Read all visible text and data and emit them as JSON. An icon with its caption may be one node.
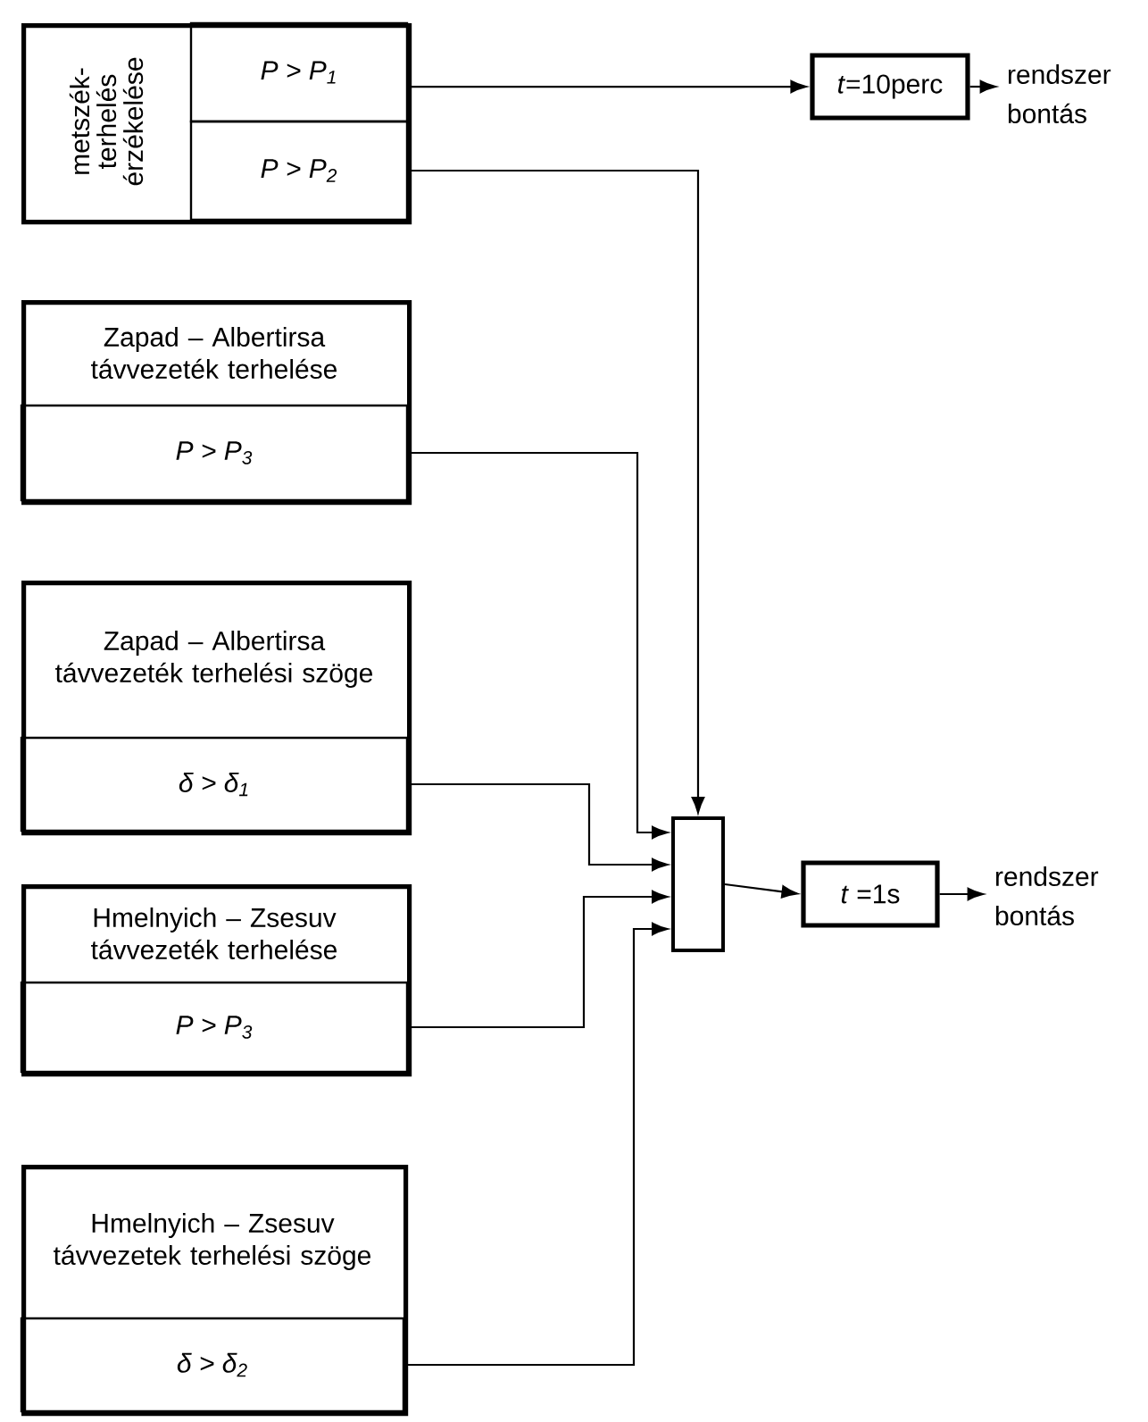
{
  "diagram": {
    "nodes": [
      {
        "text": [
          "metszék-terhelés érzékelése"
        ]
      },
      {
        "text": [
          "P > P$_{1}$"
        ],
        "in": 0
      },
      {
        "text": [
          "P > P$_{2}$"
        ],
        "in": 0
      },
      {
        "text": [
          "Zapad – Albertirsa távvezeték terhelése"
        ]
      },
      {
        "text": [
          "P > P$_{3}$"
        ],
        "in": 3
      },
      {
        "text": [
          "Zapad – Albertirsa távvezeték terhelési szöge"
        ]
      },
      {
        "text": [
          "δ > δ$_{1}$"
        ],
        "in": 5
      },
      {
        "text": [
          "Hmelnyich – Zsesuv távvezeték terhelése"
        ]
      },
      {
        "text": [
          "P > P$_{3}$"
        ],
        "in": 7
      },
      {
        "text": [
          "Hmelnyich – Zsesuv távvezetek terhelési szöge"
        ]
      },
      {
        "text": [
          "δ > δ$_{2}$"
        ],
        "in": 9
      },
      {
        "text": [],
        "shape": "box"
      },
      {
        "text": [
          "*t*=10perc"
        ]
      },
      {
        "text": [
          "rendszer bontás"
        ]
      },
      {
        "text": [
          "*t* =1s"
        ]
      },
      {
        "text": [
          "rendszer bontás"
        ]
      }
    ],
    "edges": [
      {
        "from": 1,
        "to": 12,
        "arrow": "to"
      },
      {
        "from": 12,
        "to": 13,
        "arrow": "to"
      },
      {
        "from": 2,
        "to": 11,
        "arrow": "to"
      },
      {
        "from": 4,
        "to": 11,
        "arrow": "to"
      },
      {
        "from": 6,
        "to": 11,
        "arrow": "to"
      },
      {
        "from": 8,
        "to": 11,
        "arrow": "to"
      },
      {
        "from": 10,
        "to": 11,
        "arrow": "to"
      },
      {
        "from": 11,
        "to": 14,
        "arrow": "to"
      },
      {
        "from": 14,
        "to": 15,
        "arrow": "to"
      }
    ]
  }
}
